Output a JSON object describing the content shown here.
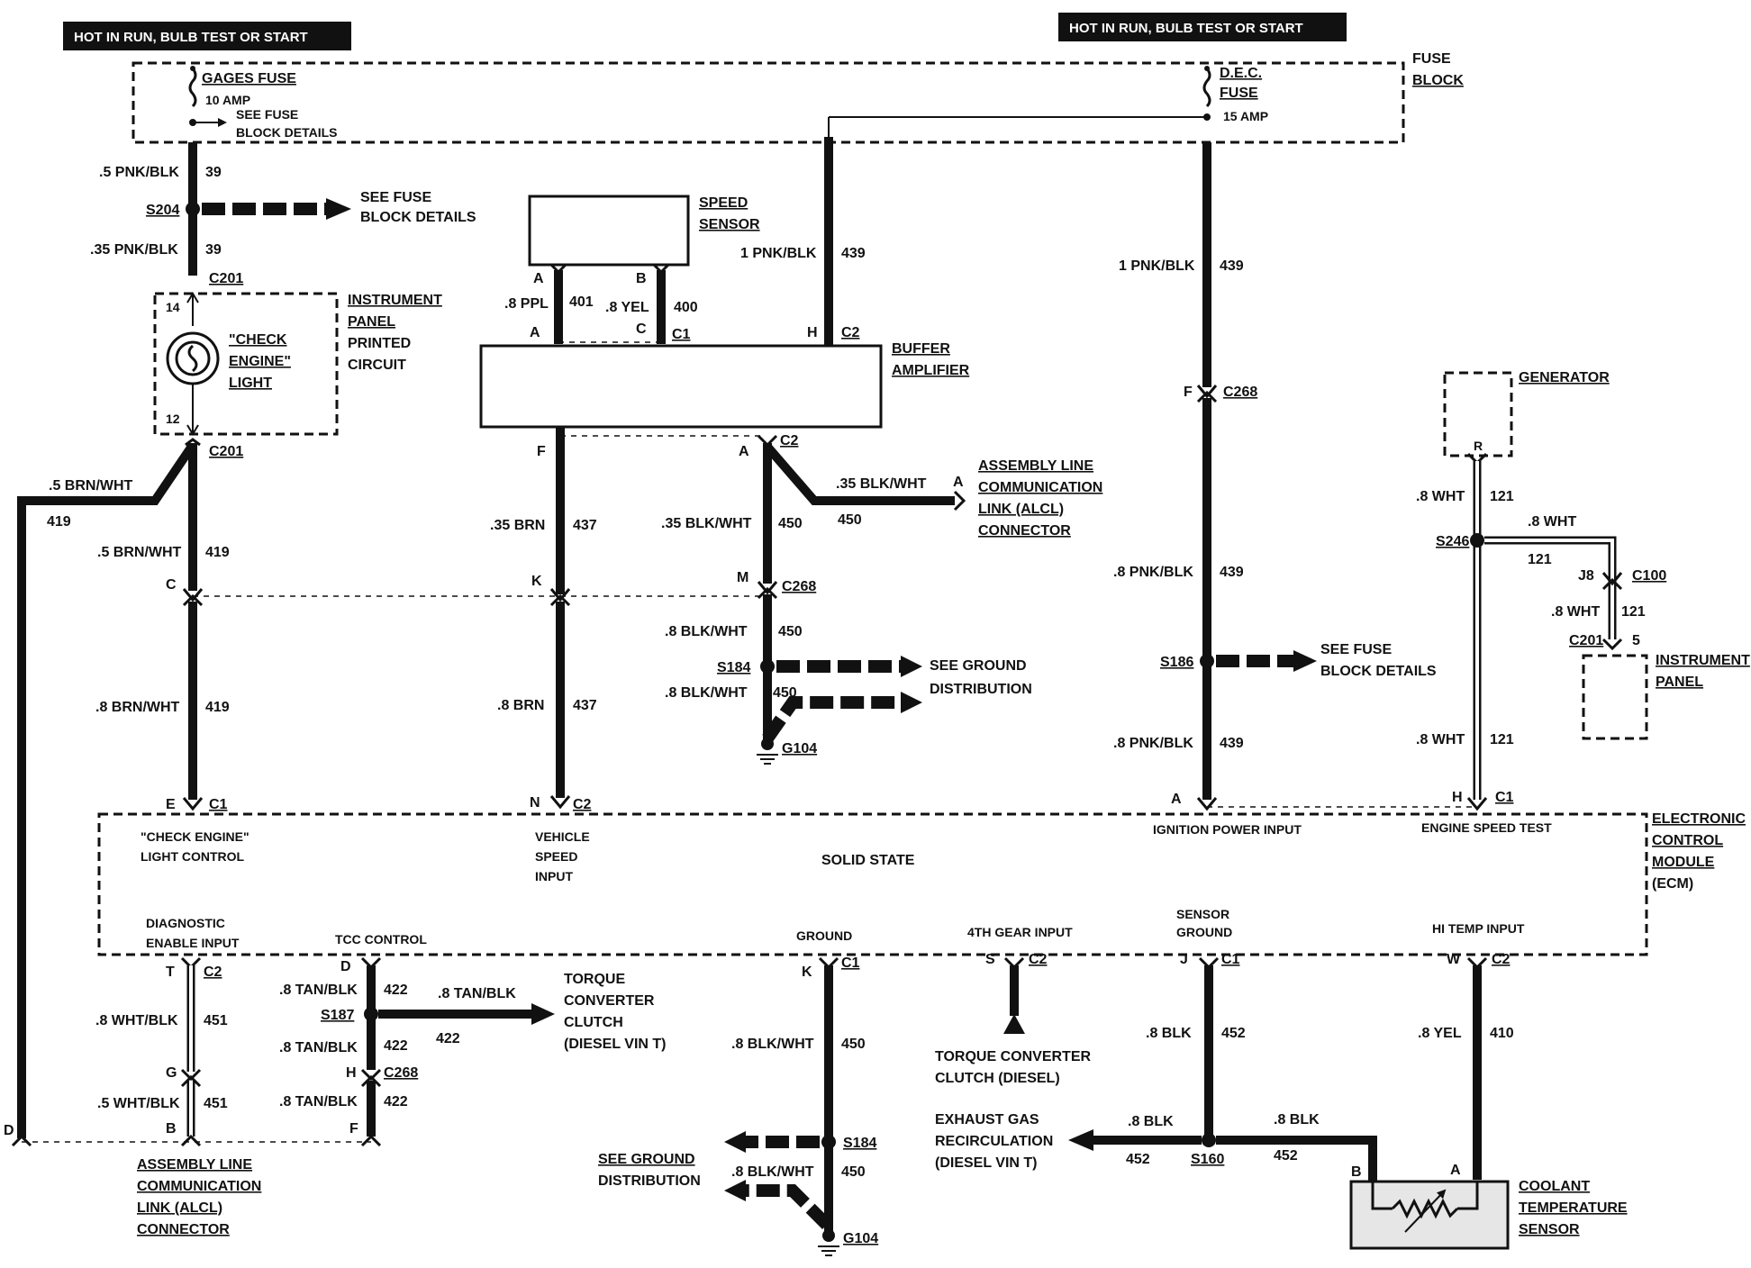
{
  "headers": {
    "left": "HOT IN RUN, BULB TEST OR START",
    "right": "HOT IN RUN, BULB TEST OR START"
  },
  "fuse_block": {
    "label": [
      "FUSE",
      "BLOCK"
    ],
    "gages_fuse": "GAGES FUSE",
    "gages_amp": "10 AMP",
    "see_fuse": [
      "SEE FUSE",
      "BLOCK DETAILS"
    ],
    "dec_fuse": [
      "D.E.C.",
      "FUSE"
    ],
    "dec_amp": "15 AMP"
  },
  "left_circuit": {
    "w1": ".5 PNK/BLK",
    "w1n": "39",
    "splice": "S204",
    "see_fuse": [
      "SEE FUSE",
      "BLOCK DETAILS"
    ],
    "w2": ".35 PNK/BLK",
    "w2n": "39",
    "conn_top": "C201",
    "pin14": "14",
    "pin12": "12",
    "lamp": [
      "\"CHECK",
      "ENGINE\"",
      "LIGHT"
    ],
    "ipc": [
      "INSTRUMENT",
      "PANEL",
      "PRINTED",
      "CIRCUIT"
    ],
    "conn_bot": "C201",
    "w3": ".5 BRN/WHT",
    "w3n": "419",
    "w4": ".5 BRN/WHT",
    "w4n": "419",
    "pinC": "C",
    "w5": ".8 BRN/WHT",
    "w5n": "419",
    "pinE": "E",
    "c1": "C1",
    "pinD": "D"
  },
  "speed": {
    "sensor": [
      "SPEED",
      "SENSOR"
    ],
    "pinA": "A",
    "pinB": "B",
    "w1": ".8 PPL",
    "w1n": "401",
    "w2": ".8 YEL",
    "w2n": "400",
    "pinA2": "A",
    "pinC": "C",
    "c1": "C1",
    "pinH": "H",
    "c2": "C2",
    "buffer": [
      "BUFFER",
      "AMPLIFIER"
    ],
    "w_pnk": "1 PNK/BLK",
    "w_pnkn": "439",
    "pinF": "F",
    "w_brn": ".35 BRN",
    "w_brnn": "437",
    "pinK": "K",
    "w_brn2": ".8 BRN",
    "w_brn2n": "437",
    "pinN": "N",
    "c2b": "C2",
    "pinA3": "A",
    "c2c": "C2",
    "w_blk": ".35 BLK/WHT",
    "w_blkn": "450",
    "w_blk2": ".35 BLK/WHT",
    "w_blk2n": "450",
    "pinAL": "A",
    "alcl": [
      "ASSEMBLY LINE",
      "COMMUNICATION",
      "LINK (ALCL)",
      "CONNECTOR"
    ],
    "pinM": "M",
    "c268": "C268",
    "w_blk3": ".8 BLK/WHT",
    "w_blk3n": "450",
    "s184": "S184",
    "see_gnd": [
      "SEE GROUND",
      "DISTRIBUTION"
    ],
    "w_blk4": ".8 BLK/WHT",
    "w_blk4n": "450",
    "g104": "G104"
  },
  "ignition": {
    "w1": "1 PNK/BLK",
    "w1n": "439",
    "pinF": "F",
    "c268": "C268",
    "w2": ".8 PNK/BLK",
    "w2n": "439",
    "s186": "S186",
    "see_fuse": [
      "SEE FUSE",
      "BLOCK DETAILS"
    ],
    "w3": ".8 PNK/BLK",
    "w3n": "439",
    "pinA": "A"
  },
  "generator": {
    "label": "GENERATOR",
    "pinR": "R",
    "w1": ".8 WHT",
    "w1n": "121",
    "s246": "S246",
    "w2": ".8 WHT",
    "w2n": "121",
    "pinJ8": "J8",
    "c100": "C100",
    "w3": ".8 WHT",
    "w3n": "121",
    "c201": "C201",
    "pin5": "5",
    "panel": [
      "INSTRUMENT",
      "PANEL"
    ],
    "w4": ".8 WHT",
    "w4n": "121",
    "pinH": "H",
    "c1": "C1"
  },
  "ecm": {
    "label": [
      "ELECTRONIC",
      "CONTROL",
      "MODULE",
      "(ECM)"
    ],
    "solid_state": "SOLID STATE",
    "check_engine": [
      "\"CHECK ENGINE\"",
      "LIGHT CONTROL"
    ],
    "vss": [
      "VEHICLE",
      "SPEED",
      "INPUT"
    ],
    "ign": "IGNITION POWER INPUT",
    "est": "ENGINE SPEED TEST",
    "diag": [
      "DIAGNOSTIC",
      "ENABLE INPUT"
    ],
    "tcc": "TCC CONTROL",
    "ground": "GROUND",
    "gear": "4TH GEAR INPUT",
    "sensor_gnd": [
      "SENSOR",
      "GROUND"
    ],
    "hi_temp": "HI TEMP INPUT"
  },
  "bottom": {
    "pinT": "T",
    "c2a": "C2",
    "w1": ".8 WHT/BLK",
    "w1n": "451",
    "pinG": "G",
    "w2": ".5 WHT/BLK",
    "w2n": "451",
    "pinB": "B",
    "alcl": [
      "ASSEMBLY LINE",
      "COMMUNICATION",
      "LINK (ALCL)",
      "CONNECTOR"
    ],
    "pinD": "D",
    "w3": ".8 TAN/BLK",
    "w3n": "422",
    "s187": "S187",
    "w4": ".8 TAN/BLK",
    "w4n": "422",
    "w4b": "422",
    "tcc_out": [
      "TORQUE",
      "CONVERTER",
      "CLUTCH",
      "(DIESEL VIN T)"
    ],
    "w5": ".8 TAN/BLK",
    "w5n": "422",
    "pinH": "H",
    "c268": "C268",
    "w6": ".8 TAN/BLK",
    "w6n": "422",
    "pinF": "F",
    "pinK": "K",
    "c1a": "C1",
    "w7": ".8 BLK/WHT",
    "w7n": "450",
    "s184": "S184",
    "see_gnd": [
      "SEE GROUND",
      "DISTRIBUTION"
    ],
    "w8": ".8 BLK/WHT",
    "w8n": "450",
    "g104": "G104",
    "pinS": "S",
    "c2b": "C2",
    "tcc_diesel": [
      "TORQUE CONVERTER",
      "CLUTCH (DIESEL)"
    ],
    "pinJ": "J",
    "c1b": "C1",
    "w9": ".8 BLK",
    "w9n": "452",
    "egr": [
      "EXHAUST GAS",
      "RECIRCULATION",
      "(DIESEL VIN T)"
    ],
    "w10": ".8 BLK",
    "w10n": "452",
    "s160": "S160",
    "w11": ".8 BLK",
    "w11n": "452",
    "pinW": "W",
    "c2c": "C2",
    "w12": ".8 YEL",
    "w12n": "410",
    "pinB2": "B",
    "pinA": "A",
    "coolant": [
      "COOLANT",
      "TEMPERATURE",
      "SENSOR"
    ]
  }
}
